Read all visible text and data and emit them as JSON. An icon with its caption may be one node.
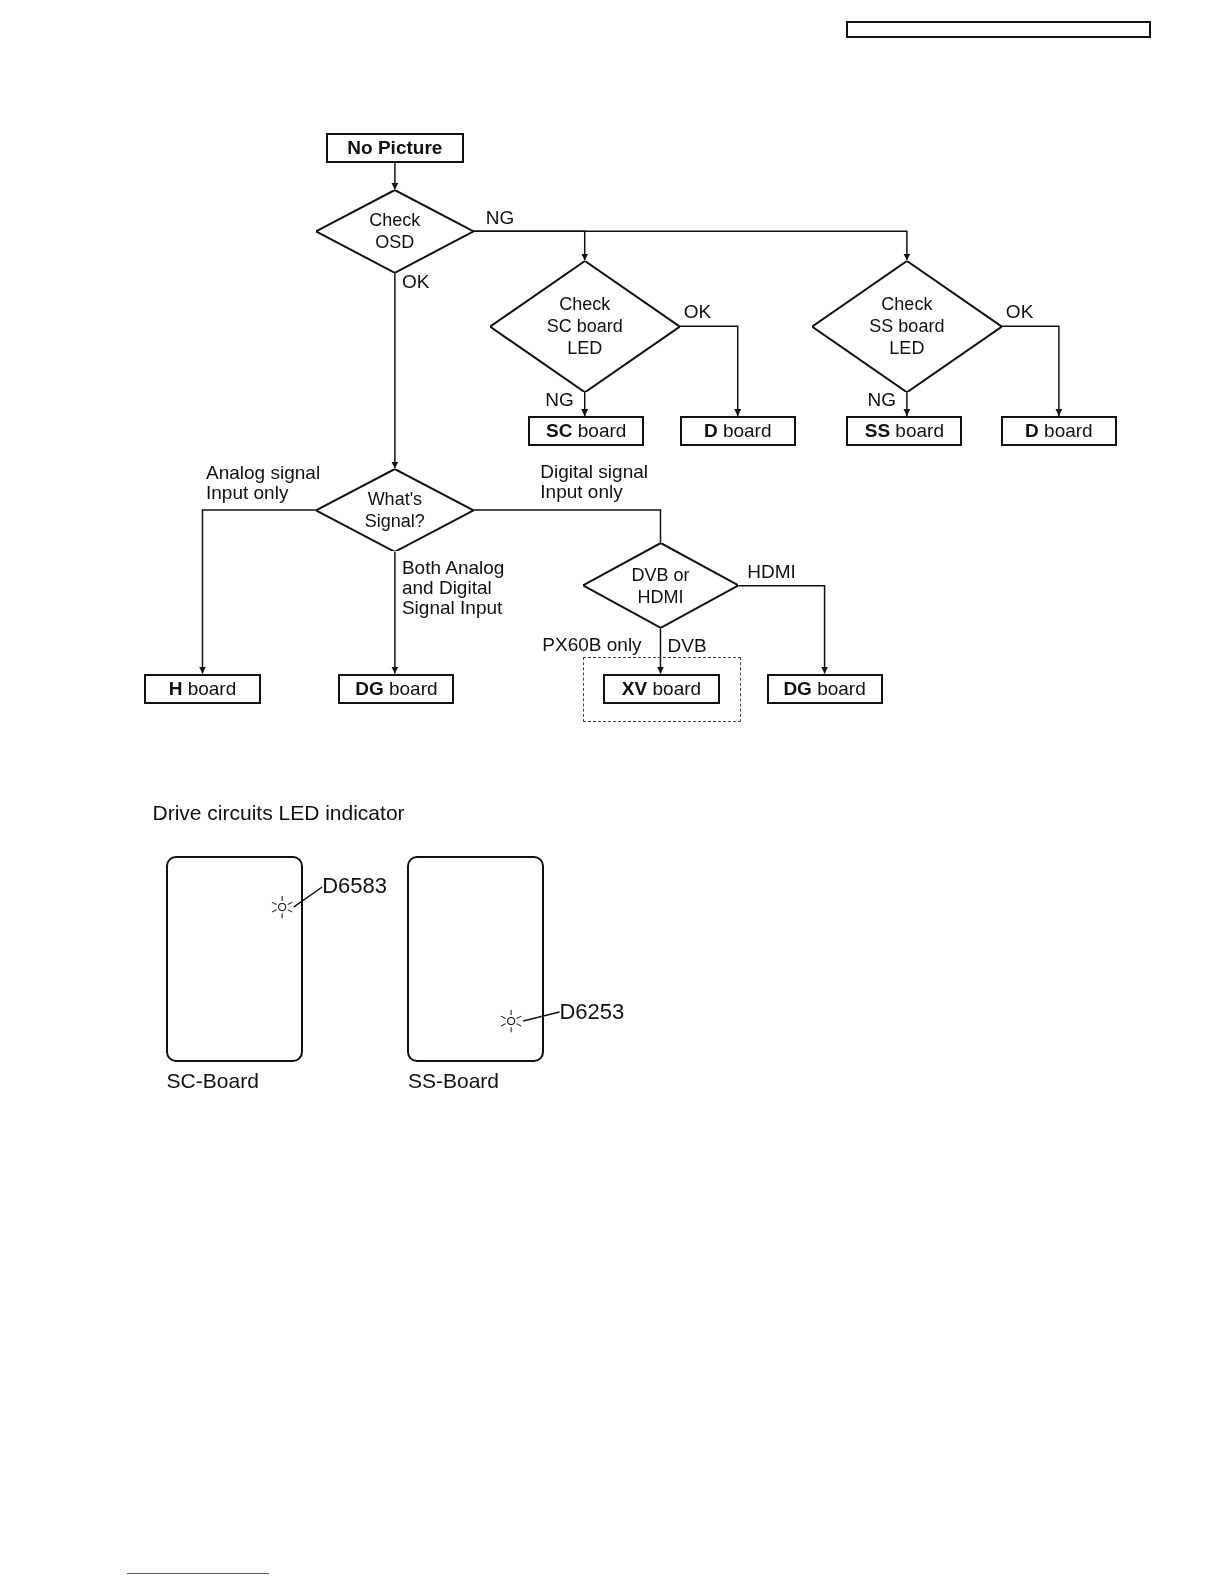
{
  "diagram": {
    "nodes": [
      {
        "text": [
          "No Picture"
        ]
      },
      {
        "text": [
          "Check OSD"
        ]
      },
      {
        "text": [
          "Check SC board LED"
        ]
      },
      {
        "text": [
          "Check SS board LED"
        ]
      },
      {
        "text": [
          "**SC** board"
        ]
      },
      {
        "text": [
          "**D** board"
        ]
      },
      {
        "text": [
          "**SS** board"
        ]
      },
      {
        "text": [
          "**D** board"
        ]
      },
      {
        "text": [
          "What's Signal?"
        ]
      },
      {
        "text": [
          "**H** board"
        ]
      },
      {
        "text": [
          "**DG** board"
        ]
      },
      {
        "text": [
          "DVB or HDMI"
        ]
      },
      {
        "text": [
          "PX60B only"
        ]
      },
      {
        "text": [
          "**XV** board"
        ],
        "in": 12
      },
      {
        "text": [
          "**DG** board"
        ]
      },
      {
        "text": [
          "SC-Board"
        ]
      },
      {
        "text": [],
        "shape": "led",
        "in": 15
      },
      {
        "text": [
          "D6583"
        ]
      },
      {
        "text": [
          "SS-Board"
        ]
      },
      {
        "text": [],
        "shape": "led",
        "in": 18
      },
      {
        "text": [
          "D6253"
        ]
      }
    ],
    "edges": [
      {
        "from": 0,
        "to": 1,
        "arrow": "to"
      },
      {
        "from": 1,
        "to": 2,
        "arrow": "to",
        "label": "NG"
      },
      {
        "from": 1,
        "to": 3,
        "arrow": "to"
      },
      {
        "from": 1,
        "to": 8,
        "arrow": "to",
        "label": "OK"
      },
      {
        "from": 2,
        "to": 4,
        "arrow": "to",
        "label": "NG"
      },
      {
        "from": 2,
        "to": 5,
        "arrow": "to",
        "label": "OK"
      },
      {
        "from": 3,
        "to": 6,
        "arrow": "to",
        "label": "NG"
      },
      {
        "from": 3,
        "to": 7,
        "arrow": "to",
        "label": "OK"
      },
      {
        "from": 8,
        "to": 9,
        "arrow": "to",
        "label": "Analog signal Input only"
      },
      {
        "from": 8,
        "to": 10,
        "arrow": "to",
        "label": "Both Analog and Digital Signal Input"
      },
      {
        "from": 8,
        "to": 11,
        "arrow": "none",
        "label": "Digital signal Input only"
      },
      {
        "from": 11,
        "to": 13,
        "arrow": "to",
        "label": "DVB"
      },
      {
        "from": 11,
        "to": 14,
        "arrow": "to",
        "label": "HDMI"
      },
      {
        "from": 17,
        "to": 16,
        "arrow": "none"
      },
      {
        "from": 20,
        "to": 19,
        "arrow": "none"
      }
    ],
    "labels": [
      "Drive circuits LED indicator"
    ]
  }
}
